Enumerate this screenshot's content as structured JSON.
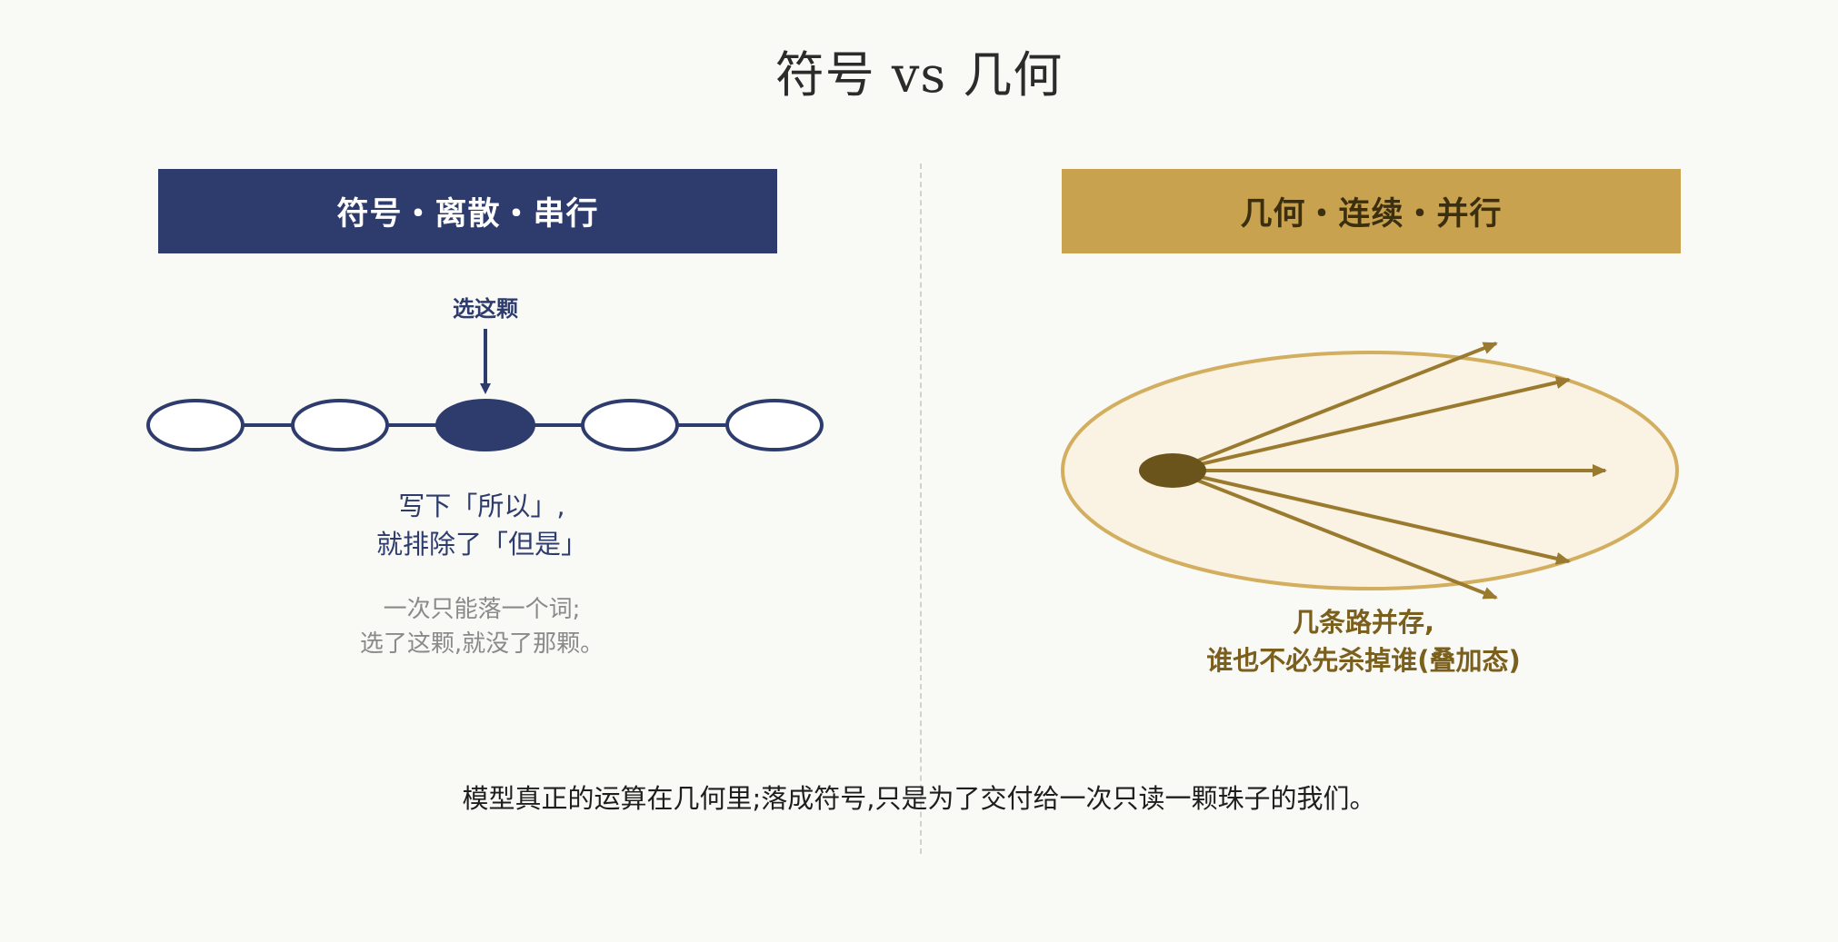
{
  "title": "符号 vs 几何",
  "left_panel": {
    "header": "符号・离散・串行",
    "pointer_label": "选这颗",
    "caption_line1": "写下「所以」,",
    "caption_line2": "就排除了「但是」",
    "note_line1": "一次只能落一个词;",
    "note_line2": "选了这颗,就没了那颗。",
    "bead_count": 5,
    "selected_bead": 3
  },
  "right_panel": {
    "header": "几何・连续・并行",
    "caption_line1": "几条路并存,",
    "caption_line2": "谁也不必先杀掉谁(叠加态)",
    "path_count": 5
  },
  "footer": "模型真正的运算在几何里;落成符号,只是为了交付给一次只读一颗珠子的我们。",
  "colors": {
    "navy": "#2d3c6d",
    "gold": "#c8a24e",
    "dark_gold": "#6b531c",
    "arrow_gold": "#9a7a2e",
    "ellipse_fill": "#faf3e3",
    "ellipse_stroke": "#d2ae5e",
    "background": "#f9f9f6"
  }
}
